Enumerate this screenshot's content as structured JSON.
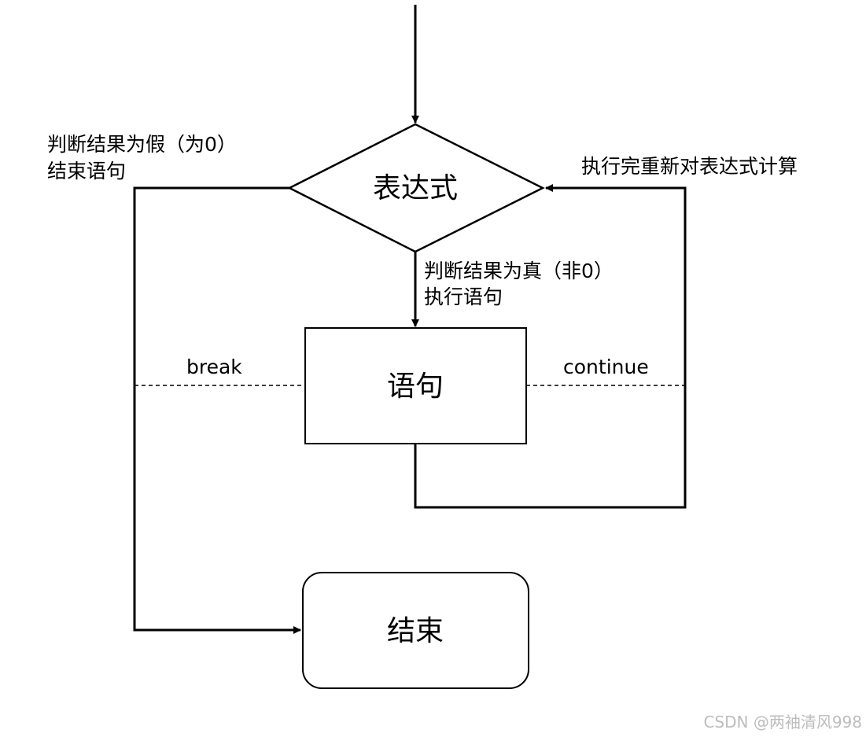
{
  "nodes": {
    "condition": "表达式",
    "statement": "语句",
    "end": "结束"
  },
  "edges": {
    "false_branch": [
      "判断结果为假（为0）",
      "结束语句"
    ],
    "true_branch": [
      "判断结果为真（非0）",
      "执行语句"
    ],
    "loop_back": "执行完重新对表达式计算",
    "break": "break",
    "continue": "continue"
  },
  "watermark": "CSDN @两袖清风998",
  "colors": {
    "line": "#000000",
    "background": "#ffffff",
    "watermark": "#bdbdbd"
  }
}
